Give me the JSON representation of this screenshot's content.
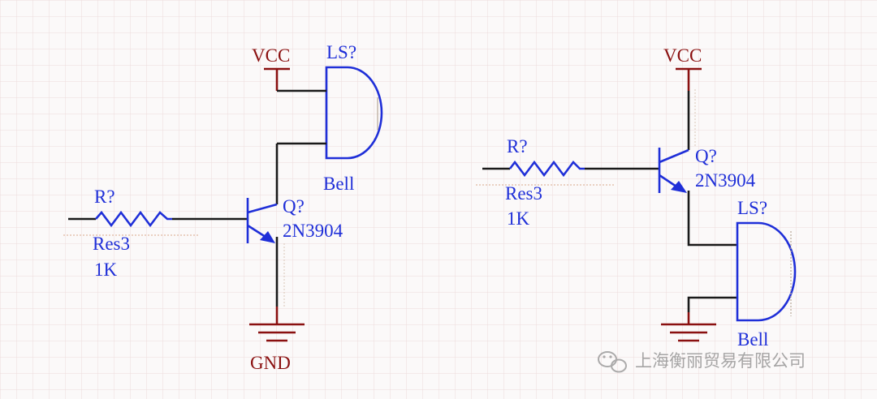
{
  "circuit_left": {
    "supply_label": "VCC",
    "ground_label": "GND",
    "speaker_designator": "LS?",
    "speaker_value": "Bell",
    "resistor_designator": "R?",
    "resistor_type": "Res3",
    "resistor_value": "1K",
    "transistor_designator": "Q?",
    "transistor_part": "2N3904"
  },
  "circuit_right": {
    "supply_label": "VCC",
    "speaker_designator": "LS?",
    "speaker_value": "Bell",
    "resistor_designator": "R?",
    "resistor_type": "Res3",
    "resistor_value": "1K",
    "transistor_designator": "Q?",
    "transistor_part": "2N3904"
  },
  "watermark": {
    "icon": "wechat-icon",
    "text": "上海衡丽贸易有限公司"
  },
  "colors": {
    "component": "#1f2fd8",
    "power": "#8a1010",
    "wire": "#1a1a1a",
    "grid": "#ecdcdc"
  }
}
